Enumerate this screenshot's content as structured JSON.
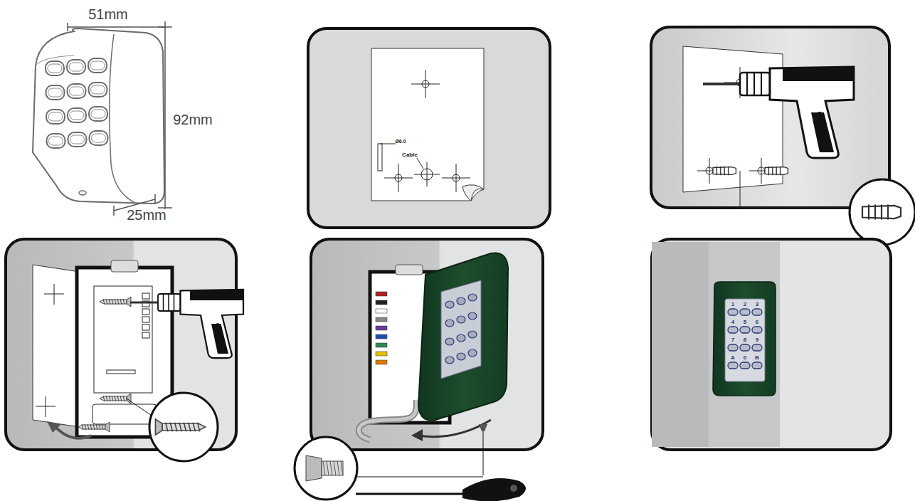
{
  "diagram": {
    "labels": [
      "51mm",
      "92mm",
      "25mm",
      "Ø6.0",
      "Cable",
      "1",
      "2",
      "3",
      "4",
      "5",
      "6",
      "7",
      "8",
      "9",
      "A",
      "0",
      "B"
    ]
  }
}
